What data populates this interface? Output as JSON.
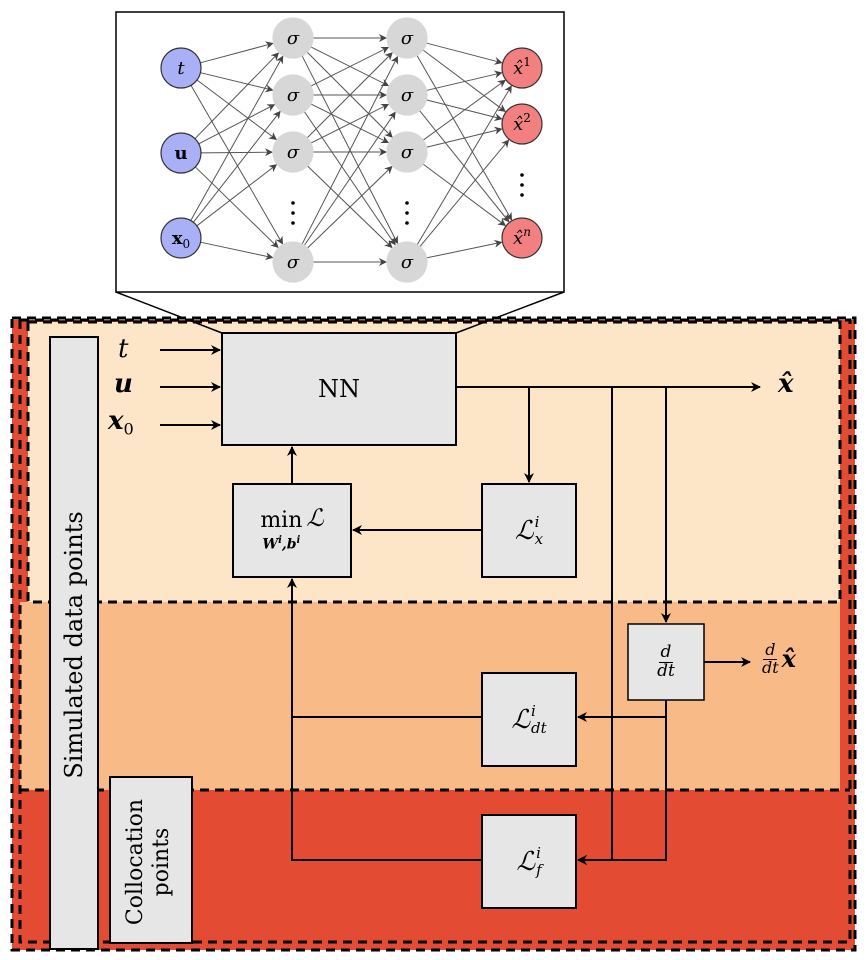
{
  "network": {
    "inputs": [
      "t",
      "u",
      "x0"
    ],
    "hidden_activation": "σ",
    "outputs": [
      "x̂1",
      "x̂2",
      "x̂n"
    ]
  },
  "labels": {
    "in_t": "t",
    "in_u": "u",
    "in_x0_base": "x",
    "in_x0_sub": "0",
    "nn": "NN",
    "out_x": "x̂",
    "min_word": "min",
    "min_vars": "W",
    "min_vars_sup": "i",
    "min_vars_b": "b",
    "min_L": "ℒ",
    "lx": "ℒ",
    "lx_sup": "i",
    "lx_sub": "x",
    "ldt": "ℒ",
    "ldt_sup": "i",
    "ldt_sub": "dt",
    "lf": "ℒ",
    "lf_sup": "i",
    "lf_sub": "f",
    "deriv_num": "d",
    "deriv_den": "dt",
    "deriv_out": "x̂",
    "simulated": "Simulated data points",
    "collocation_1": "Collocation",
    "collocation_2": "points"
  },
  "colors": {
    "input_node": "#aab0f5",
    "hidden_node": "#d7d7d7",
    "output_node": "#f38080",
    "zone_top": "#fde6c8",
    "zone_mid": "#f8bb87",
    "zone_bottom": "#e34c33",
    "box": "#e6e6e6"
  }
}
